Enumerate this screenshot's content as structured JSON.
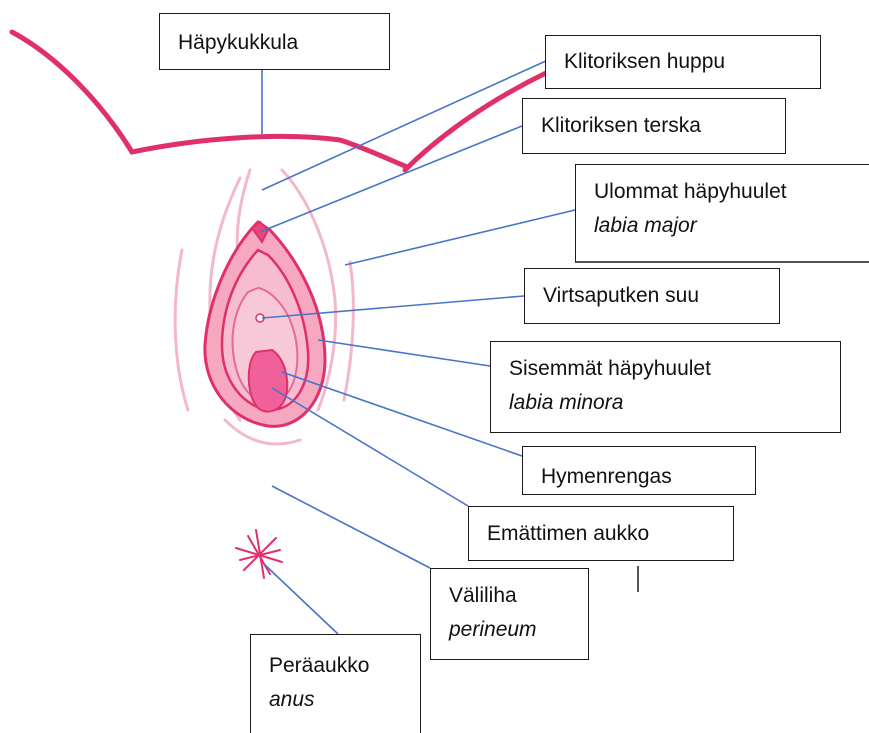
{
  "colors": {
    "outline": "#e0306a",
    "pink_light": "#f7c9d8",
    "pink_mid": "#f08cab",
    "pink_strong": "#e8467c",
    "pink_dark": "#f0609a",
    "leader_line": "#4a74c8",
    "box_border": "#1a1a1a"
  },
  "labels": {
    "mons_pubis": {
      "term": "Häpykukkula"
    },
    "clitoral_hood": {
      "term": "Klitoriksen huppu"
    },
    "clitoral_glans": {
      "term": "Klitoriksen terska"
    },
    "labia_majora": {
      "term": "Ulommat häpyhuulet",
      "latin": "labia major"
    },
    "urethral_opening": {
      "term": "Virtsaputken suu"
    },
    "labia_minora": {
      "term": "Sisemmät häpyhuulet",
      "latin": "labia minora"
    },
    "hymen": {
      "term": "Hymenrengas"
    },
    "vaginal_opening": {
      "term": "Emättimen aukko"
    },
    "perineum": {
      "term": "Väliliha",
      "latin": "perineum"
    },
    "anus": {
      "term": "Peräaukko",
      "latin": "anus"
    }
  }
}
